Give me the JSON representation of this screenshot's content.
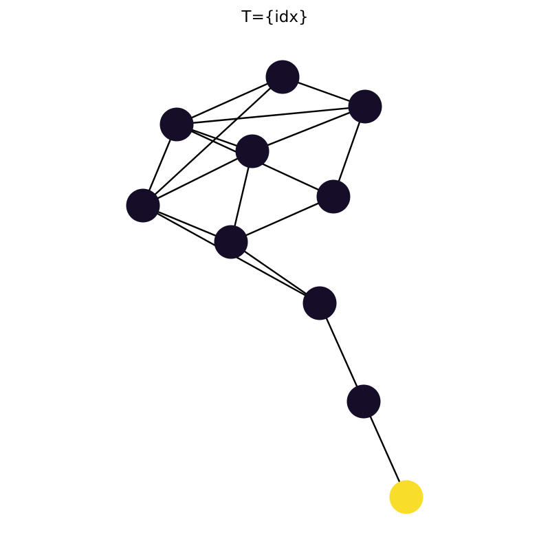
{
  "title": "T={idx}",
  "colors": {
    "background": "#ffffff",
    "edge": "#000000",
    "node_inactive": "#160d28",
    "node_active": "#f9dd2b"
  },
  "graph": {
    "nodes": [
      {
        "id": "n0",
        "state": "inactive"
      },
      {
        "id": "n1",
        "state": "inactive"
      },
      {
        "id": "n2",
        "state": "inactive"
      },
      {
        "id": "n3",
        "state": "inactive"
      },
      {
        "id": "n4",
        "state": "inactive"
      },
      {
        "id": "n5",
        "state": "inactive"
      },
      {
        "id": "n6",
        "state": "inactive"
      },
      {
        "id": "n7",
        "state": "inactive"
      },
      {
        "id": "n8",
        "state": "inactive"
      },
      {
        "id": "n9",
        "state": "active"
      }
    ],
    "edges": [
      [
        "n0",
        "n1"
      ],
      [
        "n0",
        "n2"
      ],
      [
        "n0",
        "n4"
      ],
      [
        "n1",
        "n2"
      ],
      [
        "n1",
        "n3"
      ],
      [
        "n1",
        "n5"
      ],
      [
        "n2",
        "n3"
      ],
      [
        "n2",
        "n4"
      ],
      [
        "n2",
        "n5"
      ],
      [
        "n3",
        "n4"
      ],
      [
        "n3",
        "n6"
      ],
      [
        "n4",
        "n6"
      ],
      [
        "n4",
        "n7"
      ],
      [
        "n5",
        "n6"
      ],
      [
        "n6",
        "n7"
      ],
      [
        "n7",
        "n8"
      ],
      [
        "n8",
        "n9"
      ]
    ]
  }
}
